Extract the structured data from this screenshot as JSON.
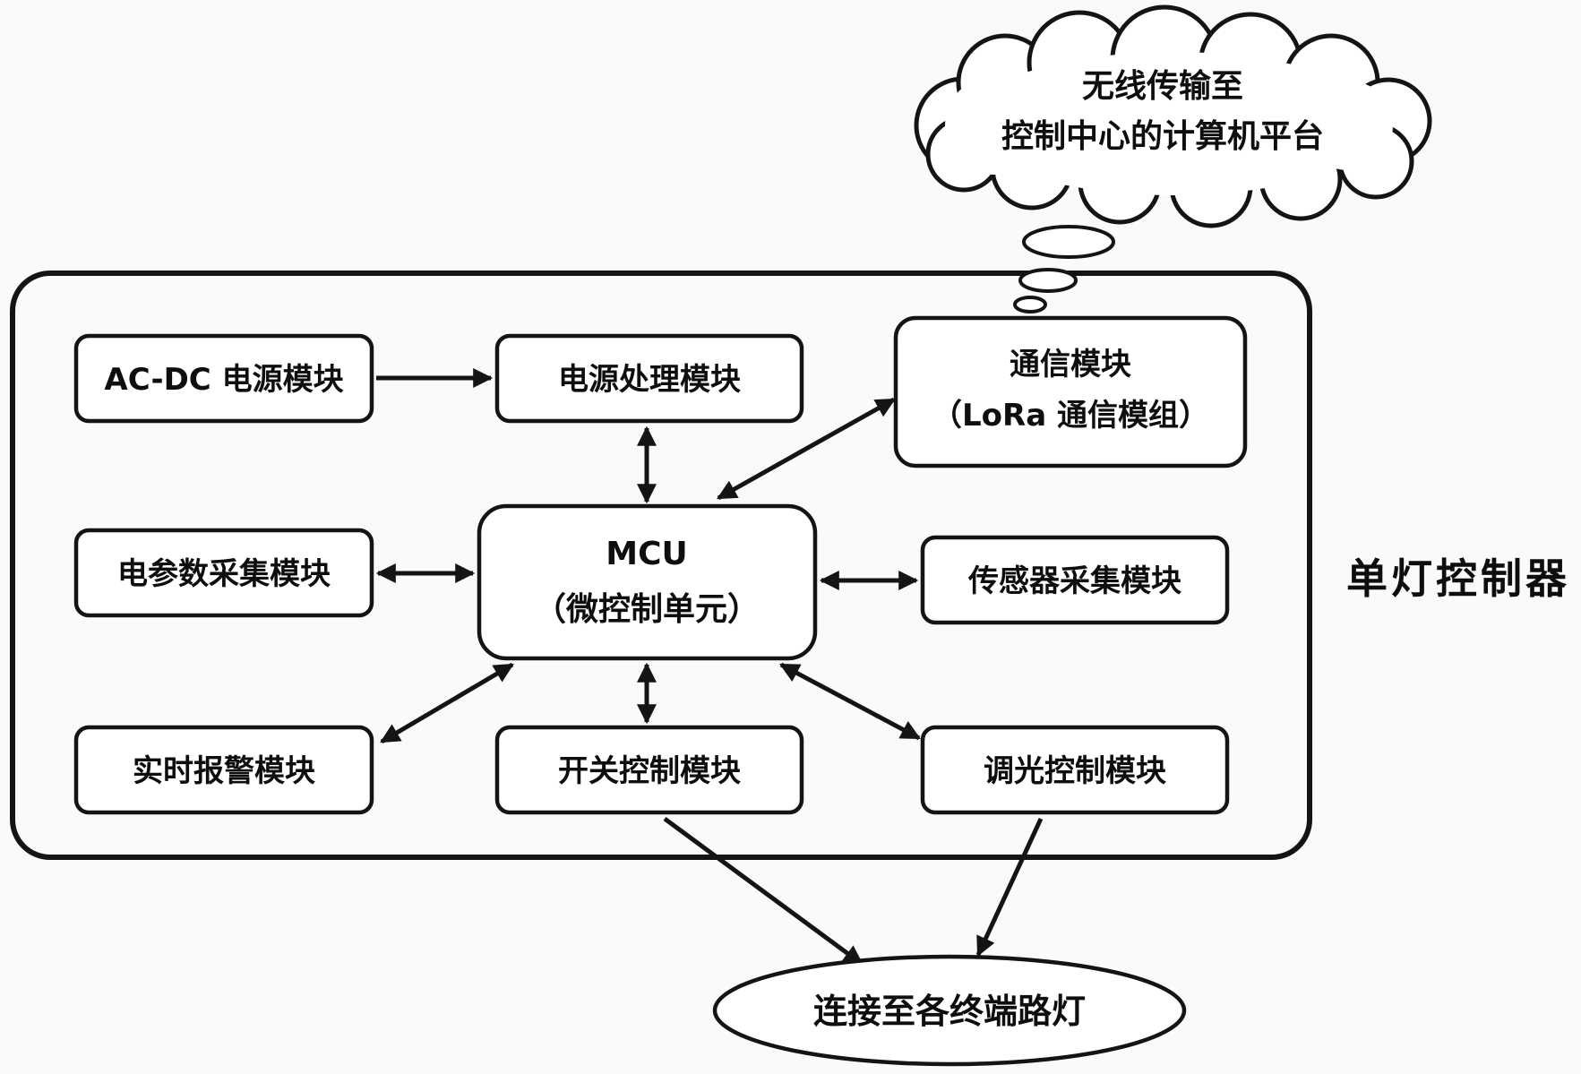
{
  "diagram": {
    "system_label": "单灯控制器",
    "cloud": {
      "line1": "无线传输至",
      "line2": "控制中心的计算机平台"
    },
    "nodes": {
      "acdc": "AC-DC 电源模块",
      "power": "电源处理模块",
      "comm1": "通信模块",
      "comm2": "（LoRa 通信模组）",
      "eparam": "电参数采集模块",
      "mcu1": "MCU",
      "mcu2": "（微控制单元）",
      "sensor": "传感器采集模块",
      "alarm": "实时报警模块",
      "switch": "开关控制模块",
      "dim": "调光控制模块",
      "terminal": "连接至各终端路灯"
    }
  }
}
